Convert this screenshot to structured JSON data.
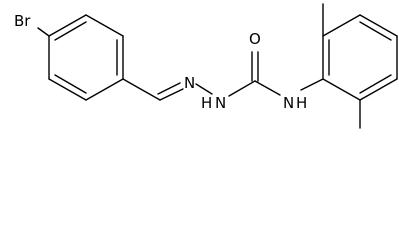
{
  "atoms": {
    "bromine": "Br",
    "imine_nitrogen": "N",
    "hydrazide_nitrogen_h": "H",
    "hydrazide_nitrogen": "N",
    "carbonyl_oxygen": "O",
    "amide_nitrogen": "N",
    "amide_hydrogen": "H"
  },
  "colors": {
    "bond": "#000000",
    "label": "#000000",
    "background": "#ffffff"
  }
}
